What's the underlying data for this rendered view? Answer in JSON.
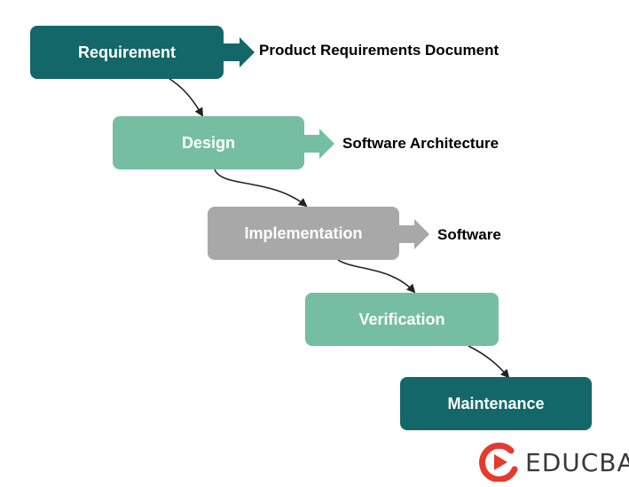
{
  "stages": [
    {
      "label": "Requirement",
      "output": "Product Requirements Document"
    },
    {
      "label": "Design",
      "output": "Software Architecture"
    },
    {
      "label": "Implementation",
      "output": "Software"
    },
    {
      "label": "Verification"
    },
    {
      "label": "Maintenance"
    }
  ],
  "brand": {
    "name": "EDUCBA",
    "logo_icon": "educba-play-logo-icon"
  },
  "colors": {
    "dark_teal": "#136769",
    "mint": "#75bea4",
    "grey": "#a8a8a8",
    "logo_red": "#e63a2e"
  }
}
